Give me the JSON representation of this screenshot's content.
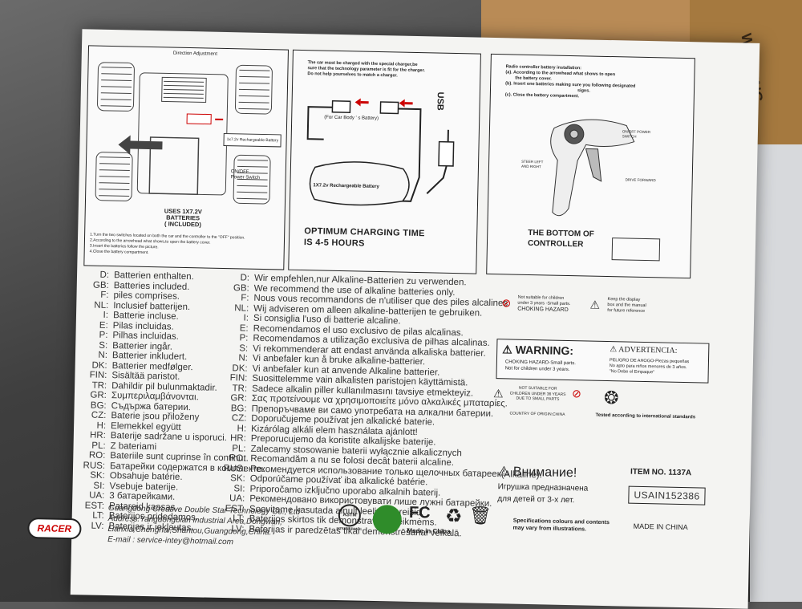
{
  "charger_panel": {
    "notice_line1": "The car must be charged with the special charger,be",
    "notice_line2": "sure that the technology parameter is fit for the charger.",
    "notice_line3": "Do not help yourselves to match a charger.",
    "usb_label": "USB",
    "car_body_label": "(For Car Body ' s Battery)",
    "battery_label": "1X7.2v Rechargeable Battery",
    "charging_time_line1": "OPTIMUM CHARGING TIME",
    "charging_time_line2": "IS 4-5 HOURS"
  },
  "car_panel": {
    "direction_label": "Direction Adjustment",
    "battery_line1": "USES 1X7.2V",
    "battery_line2": "BATTERIES",
    "battery_line3": "( INCLUDED)",
    "switch_label1": "ON/OFF",
    "switch_label2": "Power Switch",
    "pack_label": "1x7.2v Rechargeable Battery",
    "step1": "1.Turn the two switches located on both the car and the controller to the \"OFF\" position.",
    "step2": "2.According to the arrowhead what shows,to open the battery cover.",
    "step3": "3.Insert the batteries follow the picture.",
    "step4": "4.Close the battery compartment."
  },
  "controller_panel": {
    "title": "Radio controller battery installation:",
    "step_a": "(a). According to the arrowhead what shows to open",
    "step_a2": "the battery cover.",
    "step_b": "(b). Insert one batteries making sure you following designated",
    "step_b2": "signs.",
    "step_c": "(c). Close the battery compartment.",
    "label_power": "ON/OFF POWER SWITCH",
    "label_steer": "STEER LEFT AND RIGHT",
    "label_drive": "DRIVE FORWARD",
    "bottom_line1": "THE BOTTOM OF",
    "bottom_line2": "CONTROLLER"
  },
  "left_langs": [
    {
      "code": "D:",
      "text": "Batterien enthalten."
    },
    {
      "code": "GB:",
      "text": "Batteries included."
    },
    {
      "code": "F:",
      "text": "piles comprises."
    },
    {
      "code": "NL:",
      "text": "Inclusief batterijen."
    },
    {
      "code": "I:",
      "text": "Batterie incluse."
    },
    {
      "code": "E:",
      "text": "Pilas incluidas."
    },
    {
      "code": "P:",
      "text": "Pilhas incluidas."
    },
    {
      "code": "S:",
      "text": "Batterier ingår."
    },
    {
      "code": "N:",
      "text": "Batterier inkludert."
    },
    {
      "code": "DK:",
      "text": "Batterier medfølger."
    },
    {
      "code": "FIN:",
      "text": "Sisältää paristot."
    },
    {
      "code": "TR:",
      "text": "Dahildir pil bulunmaktadir."
    },
    {
      "code": "GR:",
      "text": "Συμπεριλαμβάνονται."
    },
    {
      "code": "BG:",
      "text": "Съдържа батерии."
    },
    {
      "code": "CZ:",
      "text": "Baterie jsou přiloženy"
    },
    {
      "code": "H:",
      "text": "Elemekkel együtt"
    },
    {
      "code": "HR:",
      "text": "Baterije sadržane u isporuci."
    },
    {
      "code": "PL:",
      "text": "Z bateriami"
    },
    {
      "code": "RO:",
      "text": "Bateriile sunt cuprinse în continut."
    },
    {
      "code": "RUS:",
      "text": "Батарейки содержатся в комплекте."
    },
    {
      "code": "SK:",
      "text": "Obsahuje batérie."
    },
    {
      "code": "SI:",
      "text": "Vsebuje baterije."
    },
    {
      "code": "UA:",
      "text": "3 батарейками."
    },
    {
      "code": "EST:",
      "text": "Patareid kaasas."
    },
    {
      "code": "LT:",
      "text": "Baterijos pridedamos."
    },
    {
      "code": "LV:",
      "text": "Baterijas ir iekļautas."
    }
  ],
  "right_langs": [
    {
      "code": "D:",
      "text": "Wir empfehlen,nur Alkaline-Batterien zu verwenden."
    },
    {
      "code": "GB:",
      "text": "We recommend the use of alkaline batteries only."
    },
    {
      "code": "F:",
      "text": "Nous vous recommandons de n'utiliser que des piles alcalines."
    },
    {
      "code": "NL:",
      "text": "Wij adviseren om alleen alkaline-batterijen te gebruiken."
    },
    {
      "code": "I:",
      "text": "Si consiglia l'uso di batterie alcaline."
    },
    {
      "code": "E:",
      "text": "Recomendamos el uso exclusivo de pilas alcalinas."
    },
    {
      "code": "P:",
      "text": "Recomendamos a utilização exclusiva de pilhas alcalinas."
    },
    {
      "code": "S:",
      "text": "Vi rekommenderar att endast använda alkaliska batterier."
    },
    {
      "code": "N:",
      "text": "Vi anbefaler kun å bruke alkaline-batterier."
    },
    {
      "code": "DK:",
      "text": "Vi anbefaler kun at anvende Alkaline batterier."
    },
    {
      "code": "FIN:",
      "text": "Suosittelemme vain alkalisten paristojen käyttämistä."
    },
    {
      "code": "TR:",
      "text": "Sadece alkalin piller kullanılmasını tavsiye etmekteyiz."
    },
    {
      "code": "GR:",
      "text": "Σας προτείνουμε να χρησιμοποιείτε μόνο αλκαλικές μπαταρίες."
    },
    {
      "code": "BG:",
      "text": "Препоръчваме ви само употребата на алкални батерии."
    },
    {
      "code": "CZ:",
      "text": "Doporučujeme používat jen alkalické baterie."
    },
    {
      "code": "H:",
      "text": "Kizárólag alkáli elem használata ajánlott!"
    },
    {
      "code": "HR:",
      "text": "Preporucujemo da koristite alkalijske baterije."
    },
    {
      "code": "PL:",
      "text": "Zalecamy stosowanie baterii wyłącznie alkalicznych"
    },
    {
      "code": "RO:",
      "text": "Recomandăm a nu se folosi decât baterii alcaline."
    },
    {
      "code": "RUS:",
      "text": "Рекомендуется использование только щелочных батареек(Alkaline)."
    },
    {
      "code": "SK:",
      "text": "Odporúčame používať iba alkalické batérie."
    },
    {
      "code": "SI:",
      "text": "Priporočamo izključno uporabo alkalnih baterij."
    },
    {
      "code": "UA:",
      "text": "Рекомендовано використовувати лише лужні батарейки."
    },
    {
      "code": "EST:",
      "text": "Soovitame kasutada ainult leelispatareisid."
    },
    {
      "code": "LT:",
      "text": "Baterijos skirtos tik demonstravimo reikmėms."
    },
    {
      "code": "LV:",
      "text": "Baterijas ir paredzētas tikai demonstrēšanai veikalā."
    }
  ],
  "warnings": {
    "small_parts1": "Not suitable for children",
    "small_parts2": "under 3 years -Small parts.",
    "small_parts3": "CHOKING HAZARD",
    "keep1": "Keep the display",
    "keep2": "box and the manual",
    "keep3": "for future reference",
    "warning_title": "WARNING:",
    "warning_line1": "CHOKING HAZARD-Small parts.",
    "warning_line2": "Not for children under 3 years.",
    "advertencia_title": "ADVERTENCIA:",
    "adv_line1": "PELIGRO DE AHOGO-Piezas  pequeñas",
    "adv_line2": "No apto para niños menores de 3 años.",
    "adv_line3": "\"No Debe el Empaque\"",
    "ns1": "NOT SUITABLE FOR",
    "ns2": "CHILDREN UNDER 36 YEARS",
    "ns3": "DUE TO SMALL PARTS",
    "ns4": "COUNTRY OF ORIGIN:CHINA",
    "tested": "Tested according to international standards"
  },
  "russian": {
    "title": "Внимание!",
    "line1": "Игрушка предназначена",
    "line2": "для детей от 3-х лет."
  },
  "item": {
    "number": "ITEM NO. 1137A",
    "code": "USAIN152386",
    "spec1": "Specifications colours and contents",
    "spec2": "may vary from illustrations.",
    "made_in": "MADE IN CHINA"
  },
  "company": {
    "name": "Guangdong Creative Double Star Technology Co., Ltd",
    "addr1": "Address:Yangdongbian industrial Area,Dongwan,",
    "addr2": "Lianxia,Chenghai,Shantou,Guangdong,China.",
    "email": "E-mail : service-intey@hotmail.com",
    "brand": "RACER",
    "made_in_china_logo": "Made in China",
    "fc": "FC",
    "astm": "ASTM",
    "astm_sub": "INTERNATIONAL"
  },
  "carton_text": "WARNING"
}
